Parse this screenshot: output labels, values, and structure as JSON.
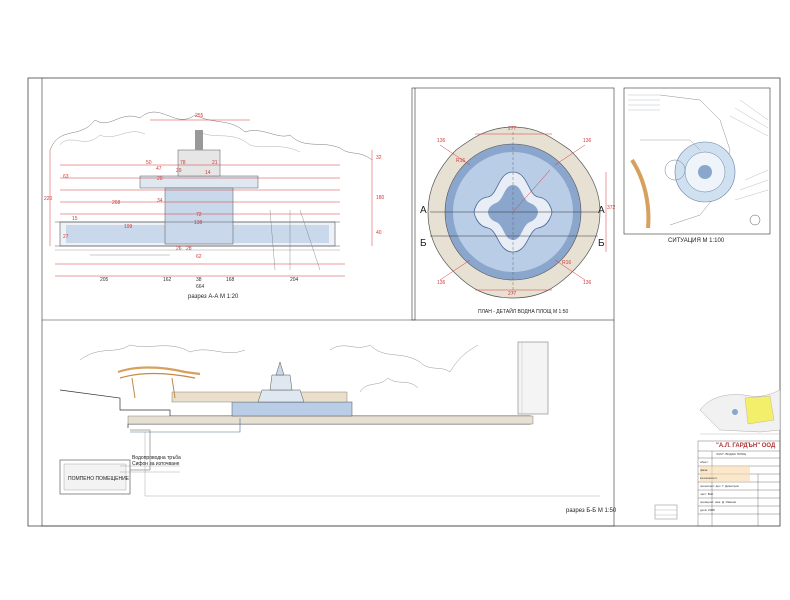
{
  "titles": {
    "section_aa": "разрез А-А М 1:20",
    "plan": "ПЛАН - ДЕТАЙЛ ВОДНА ПЛОЩ М 1:50",
    "situation": "СИТУАЦИЯ М 1:100",
    "section_bb": "разрез Б-Б М 1:50"
  },
  "plan_markers": {
    "a_left": "А",
    "a_right": "А",
    "b_left": "Б",
    "b_right": "Б"
  },
  "plan_dims": {
    "top": "277",
    "bottom": "277",
    "right": "372",
    "r1": "136",
    "r2": "136",
    "r3": "136",
    "r4": "136",
    "c1": "R16",
    "c2": "R16"
  },
  "section_aa_dims": {
    "top": "255",
    "d50": "50",
    "d47": "47",
    "d78": "78",
    "d29": "29",
    "d21": "21",
    "d20": "20",
    "d14": "14",
    "d34": "34",
    "d72": "72",
    "d138": "138",
    "d199": "199",
    "d268": "268",
    "d28": "28",
    "d26": "26",
    "d62": "62",
    "left_15": "15",
    "left_63": "63",
    "left_27": "27",
    "left_220": "220",
    "right_32": "32",
    "right_180": "180",
    "right_40": "40",
    "bottom_a": "205",
    "bottom_b": "162",
    "bottom_c": "38",
    "bottom_d": "168",
    "bottom_e": "204",
    "bottom_total": "664"
  },
  "section_bb_labels": {
    "room": "ПОМПЕНО ПОМЕЩЕНИЕ",
    "pipe_1": "Водопроводна тръба",
    "pipe_2": "Сифон за източване"
  },
  "title_block": {
    "company": "\"А.Л. ГАРДЪН\" ООД",
    "project": "ЧАСТ: ВОДНА ПЛОЩ",
    "rows": [
      "обект:",
      "фаза:",
      "възложител:",
      "проектант: арх. Г. Димитров",
      "част: ВиК",
      "проверил: инж. Д. Иванов",
      "дата: 2008"
    ]
  },
  "colors": {
    "dim_red": "#d23a3a",
    "water_blue": "#b9cde6",
    "plan_ring": "#8aa6cc",
    "stone": "#e7e1d4",
    "wood": "#d7a05c",
    "line": "#333333",
    "yellow_zone": "#f4ef6a"
  }
}
